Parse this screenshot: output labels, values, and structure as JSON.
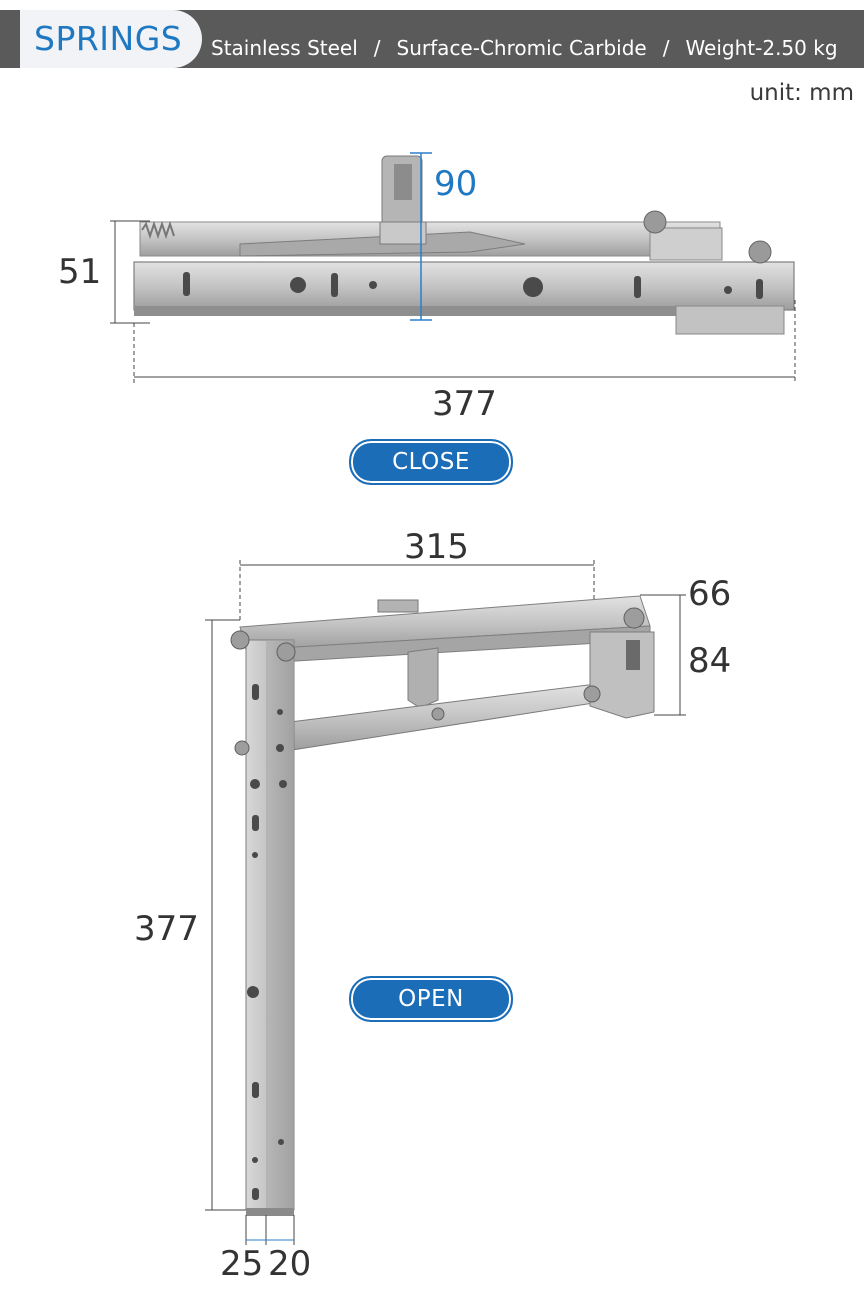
{
  "header": {
    "title": "SPRINGS",
    "specs": [
      "Stainless Steel",
      "Surface-Chromic Carbide",
      "Weight-2.50 kg"
    ],
    "separator": "/"
  },
  "unit_note": "unit: mm",
  "close_view": {
    "badge": "CLOSE",
    "dimensions": {
      "length": "377",
      "height": "51",
      "bracket_height": "90"
    }
  },
  "open_view": {
    "badge": "OPEN",
    "dimensions": {
      "arm_length": "315",
      "upper_offset": "66",
      "plate_height": "84",
      "leg_length": "377",
      "tube_depth": "25",
      "tube_width": "20"
    }
  },
  "colors": {
    "accent": "#1b6db8",
    "header_bg": "#5a5a5a",
    "header_title": "#1e78c2",
    "steel": "#b9b9b9"
  }
}
